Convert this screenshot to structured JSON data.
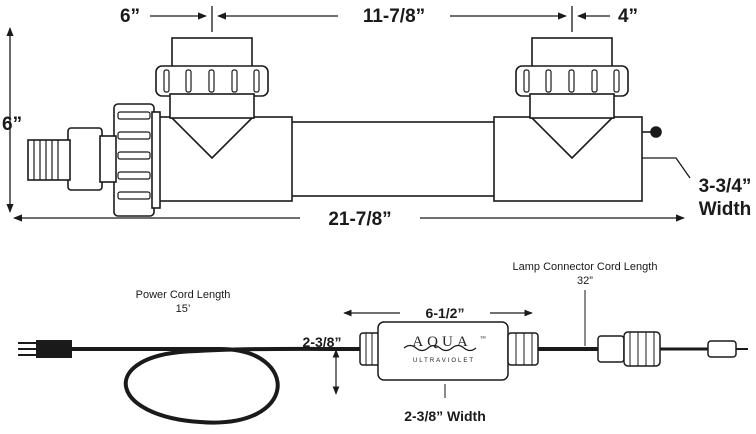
{
  "dimensions": {
    "top_left": "6”",
    "top_middle": "11-7/8”",
    "top_right": "4”",
    "height_left": "6”",
    "overall_length": "21-7/8”",
    "diameter_value": "3-3/4”",
    "diameter_word": "Width"
  },
  "lower": {
    "power_cord_title": "Power Cord Length",
    "power_cord_value": "15’",
    "lamp_cord_title": "Lamp Connector Cord Length",
    "lamp_cord_value": "32”",
    "ballast_length": "6-1/2”",
    "ballast_height": "2-3/8”",
    "ballast_width": "2-3/8” Width"
  },
  "logo": {
    "brand": "AQUA",
    "tm": "™",
    "sub": "ULTRAVIOLET"
  },
  "colors": {
    "line": "#1a1a1a",
    "fill": "#ffffff",
    "shade": "#d9d9d9"
  }
}
